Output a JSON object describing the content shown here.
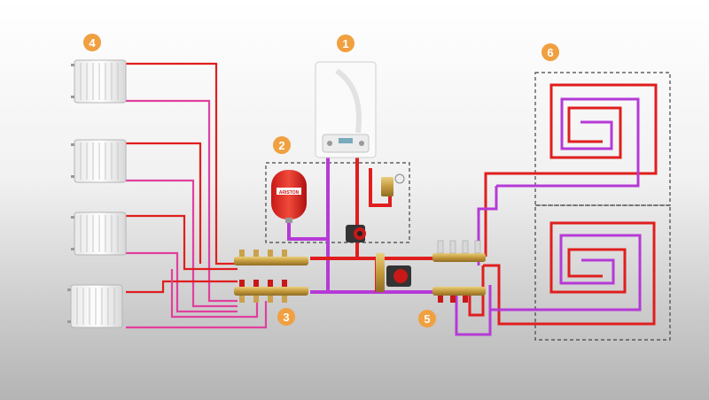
{
  "badges": [
    {
      "id": "boiler",
      "label": "1"
    },
    {
      "id": "safety-group",
      "label": "2"
    },
    {
      "id": "radiator-manifold",
      "label": "3"
    },
    {
      "id": "radiators",
      "label": "4"
    },
    {
      "id": "floor-manifold",
      "label": "5"
    },
    {
      "id": "underfloor-loops",
      "label": "6"
    }
  ],
  "boiler_brand": "ARISTON",
  "colors": {
    "supply": "#e01e1e",
    "return": "#b53ad6",
    "radiator_return": "#e0409e",
    "badge": "#f0a040",
    "brass": "#c9a24a",
    "pipe_red_pair": "#d72a2a",
    "dashed": "#444444"
  },
  "icons": [
    "radiator-icon",
    "boiler-icon",
    "expansion-tank-icon",
    "pump-icon",
    "manifold-icon"
  ]
}
